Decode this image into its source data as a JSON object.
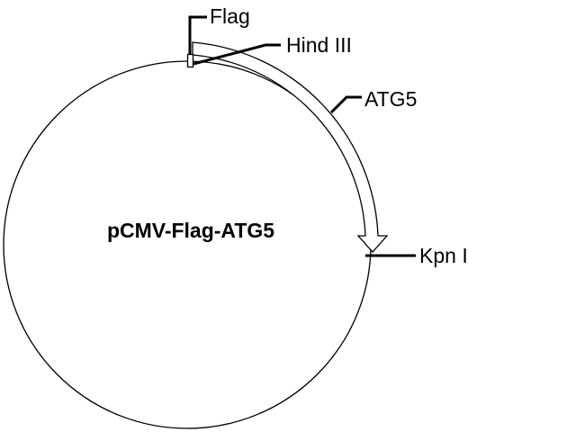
{
  "diagram": {
    "plasmid_name": "pCMV-Flag-ATG5",
    "colors": {
      "stroke": "#000000",
      "background": "#ffffff",
      "feature_fill": "#ffffff"
    },
    "features": [
      {
        "label": "Flag",
        "type": "tag"
      },
      {
        "label": "ATG5",
        "type": "gene-arrow"
      }
    ],
    "sites": [
      {
        "label": "Hind III",
        "type": "restriction-site"
      },
      {
        "label": "Kpn I",
        "type": "restriction-site"
      }
    ]
  }
}
